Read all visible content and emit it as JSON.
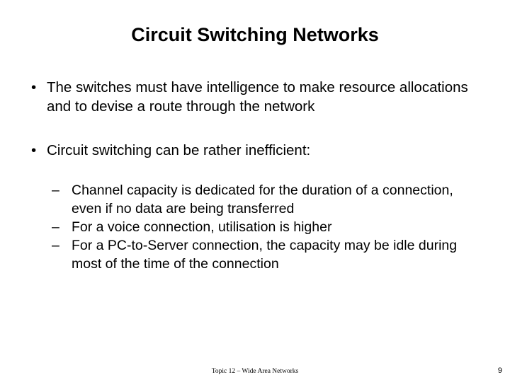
{
  "slide": {
    "title": "Circuit Switching Networks",
    "bullets": [
      {
        "marker": "•",
        "text": "The switches must have intelligence to make resource allocations and to devise a route through the network"
      },
      {
        "marker": "•",
        "text": "Circuit switching can be rather inefficient:"
      }
    ],
    "sub_bullets": [
      {
        "marker": "–",
        "text": "Channel capacity is dedicated for the duration of a connection, even if no data are being transferred"
      },
      {
        "marker": "–",
        "text": "For a voice connection, utilisation is higher"
      },
      {
        "marker": "–",
        "text": "For a PC-to-Server connection, the capacity may be idle during most of the time of the connection"
      }
    ],
    "footer": "Topic 12 – Wide Area Networks",
    "page_number": "9",
    "colors": {
      "background": "#ffffff",
      "text": "#000000"
    }
  }
}
